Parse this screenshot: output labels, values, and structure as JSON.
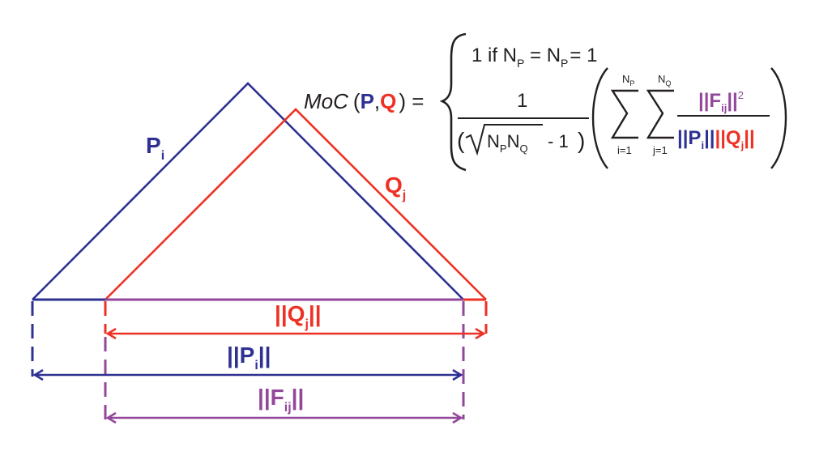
{
  "colors": {
    "p": "#2e3192",
    "q": "#ee3124",
    "f": "#92479b",
    "text": "#231f20"
  },
  "diagram": {
    "p_label": "P",
    "p_sub": "i",
    "q_label": "Q",
    "q_sub": "j",
    "q_norm_open": "||Q",
    "q_norm_sub": "j",
    "q_norm_close": "||",
    "p_norm_open": "||P",
    "p_norm_sub": "i",
    "p_norm_close": "||",
    "f_norm_open": "||F",
    "f_norm_sub": "ij",
    "f_norm_close": "||"
  },
  "formula": {
    "moc": "MoC",
    "open_paren": "(",
    "p": "P",
    "comma": ",",
    "q": "Q",
    "close_paren_eq": ") =",
    "case1_pre": "1 if N",
    "case1_sub1": "P",
    "case1_mid": " = N",
    "case1_sub2": "P",
    "case1_post": "= 1",
    "frac_num": "1",
    "den_open": "(",
    "den_n1": "N",
    "den_sub1": "P",
    "den_n2": "N",
    "den_sub2": "Q",
    "den_minus": "- 1",
    "den_close": ")",
    "sum1_top": "N",
    "sum1_top_sub": "P",
    "sum1_bottom": "i=1",
    "sum2_top": "N",
    "sum2_top_sub": "Q",
    "sum2_bottom": "j=1",
    "inner_num_open": "||F",
    "inner_num_sub": "ij",
    "inner_num_close": "||",
    "inner_num_sup": "2",
    "inner_den_p": "||P",
    "inner_den_p_sub": "i",
    "inner_den_mid": "||",
    "inner_den_q": "||Q",
    "inner_den_q_sub": "j",
    "inner_den_close": "||"
  }
}
